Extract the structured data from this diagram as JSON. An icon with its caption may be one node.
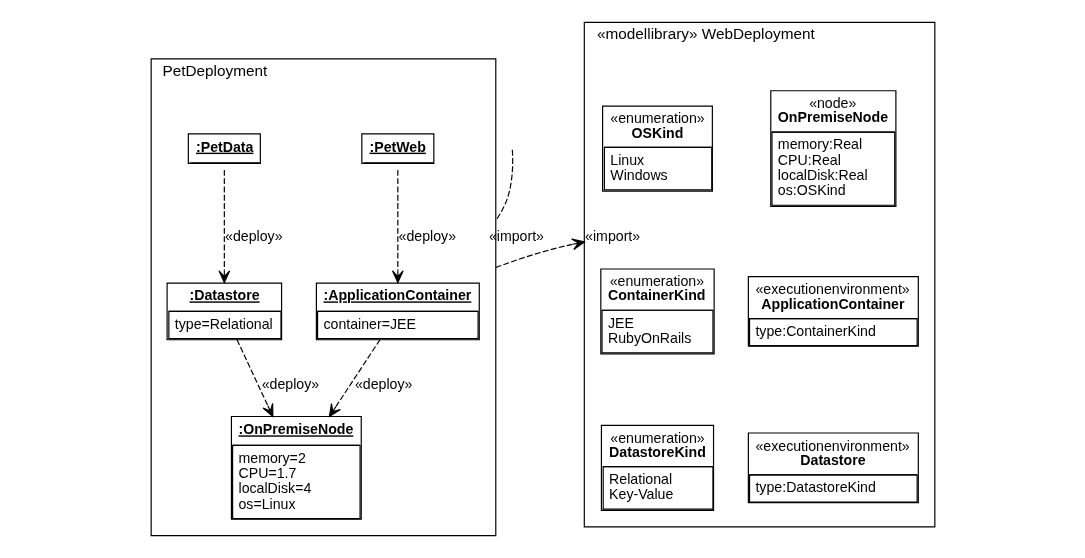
{
  "diagram": {
    "nodes": [
      {
        "text": [
          "PetDeployment"
        ]
      },
      {
        "text": [
          ":PetWeb"
        ],
        "in": 0
      },
      {
        "text": [
          ":PetData"
        ],
        "in": 0
      },
      {
        "text": [
          ":ApplicationContainer",
          "container=JEE"
        ],
        "in": 0
      },
      {
        "text": [
          ":Datastore",
          "type=Relational"
        ],
        "in": 0
      },
      {
        "text": [
          ":OnPremiseNode",
          "memory=2",
          "CPU=1.7",
          "localDisk=4",
          "os=Linux"
        ],
        "in": 0
      },
      {
        "text": [
          "«modellibrary» WebDeployment"
        ]
      },
      {
        "text": [
          "«node»",
          "OnPremiseNode",
          "memory:Real",
          "CPU:Real",
          "localDisk:Real",
          "os:OSKind"
        ],
        "in": 6
      },
      {
        "text": [
          "«enumeration»",
          "OSKind",
          "Linux",
          "Windows"
        ],
        "in": 6
      },
      {
        "text": [
          "«executionenvironment»",
          "ApplicationContainer",
          "type:ContainerKind"
        ],
        "in": 6
      },
      {
        "text": [
          "«enumeration»",
          "ContainerKind",
          "JEE",
          "RubyOnRails"
        ],
        "in": 6
      },
      {
        "text": [
          "«executionenvironment»",
          "Datastore",
          "type:DatastoreKind"
        ],
        "in": 6
      },
      {
        "text": [
          "«enumeration»",
          "DatastoreKind",
          "Relational",
          "Key-Value"
        ],
        "in": 6
      }
    ],
    "edges": [
      {
        "from": 0,
        "to": null,
        "arrow": "none",
        "label": "«import»",
        "style": "dashed"
      },
      {
        "from": 1,
        "to": 3,
        "arrow": "to",
        "label": "«deploy»",
        "style": "dashed"
      },
      {
        "from": 2,
        "to": 4,
        "arrow": "to",
        "label": "«deploy»",
        "style": "dashed"
      },
      {
        "from": 3,
        "to": 5,
        "arrow": "to",
        "label": "«deploy»",
        "style": "dashed"
      },
      {
        "from": 4,
        "to": 5,
        "arrow": "to",
        "label": "«deploy»",
        "style": "dashed"
      },
      {
        "from": 0,
        "to": 6,
        "arrow": "to",
        "label": "«import»",
        "style": "dashed"
      }
    ]
  }
}
